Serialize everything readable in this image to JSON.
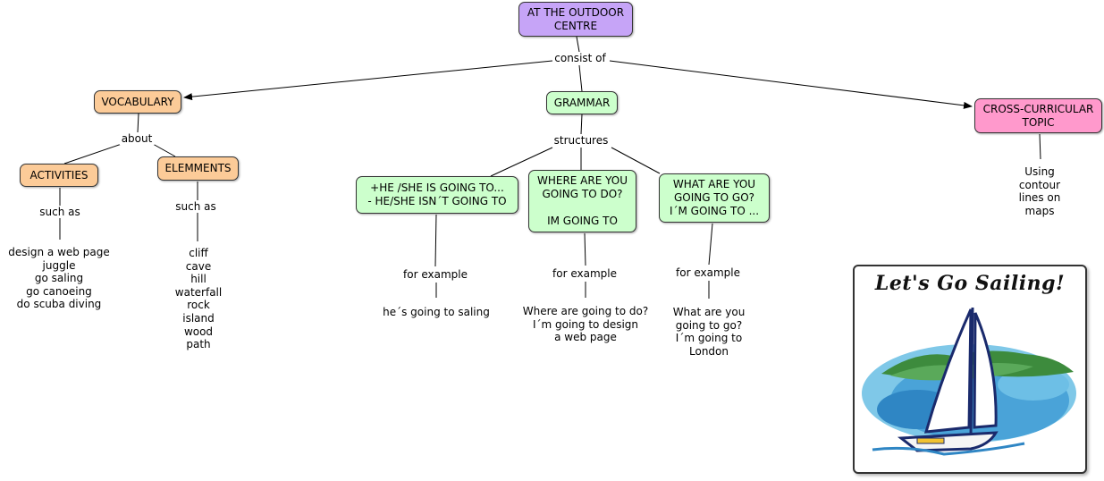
{
  "nodes": {
    "root": "AT THE OUTDOOR\nCENTRE",
    "vocabulary": "VOCABULARY",
    "grammar": "GRAMMAR",
    "cross": "CROSS-CURRICULAR\nTOPIC",
    "activities": "ACTIVITIES",
    "elements": "ELEMMENTS",
    "going_to": "+HE /SHE IS GOING TO...\n- HE/SHE ISN´T GOING TO",
    "where_q": "WHERE ARE YOU\nGOING TO DO?\n\nIM GOING TO",
    "what_q": "WHAT ARE YOU\nGOING TO GO?\nI´M GOING TO ..."
  },
  "links": {
    "consist_of": "consist of",
    "about": "about",
    "such_as_1": "such as",
    "such_as_2": "such as",
    "structures": "structures",
    "for_example_1": "for example",
    "for_example_2": "for example",
    "for_example_3": "for example"
  },
  "texts": {
    "activities_list": "design a web page\njuggle\ngo saling\ngo canoeing\ndo scuba diving",
    "elements_list": "cliff\ncave\nhill\nwaterfall\nrock\nisland\nwood\npath",
    "example_1": "he´s going to saling",
    "example_2": "Where are going to do?\nI´m going to design\na web page",
    "example_3": "What are you\ngoing to go?\nI´m going to\nLondon",
    "cross_text": "Using contour\nlines on maps"
  },
  "image": {
    "title": "Let's Go Sailing!"
  },
  "colors": {
    "root": "#c6a4f7",
    "vocabulary_branch": "#fccb98",
    "grammar_branch": "#ccffcc",
    "cross_branch": "#ff99cc"
  }
}
